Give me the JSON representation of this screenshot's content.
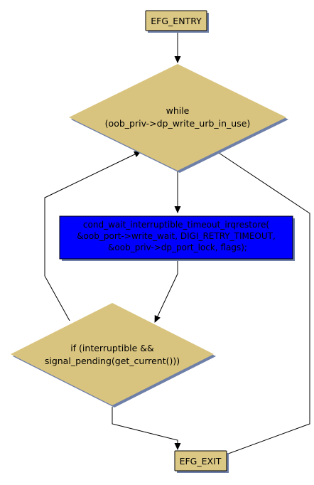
{
  "diagram": {
    "type": "flowchart",
    "colors": {
      "terminal_fill": "#dcc885",
      "decision_fill": "#d9c47f",
      "process_fill": "#0000ff",
      "shadow": "#6e7fa8",
      "edge": "#000000"
    },
    "nodes": {
      "entry": {
        "label": "EFG_ENTRY"
      },
      "while": {
        "lines": [
          "while",
          "(oob_priv->dp_write_urb_in_use)"
        ]
      },
      "wait": {
        "lines": [
          "cond_wait_interruptible_timeout_irqrestore(",
          "&oob_port->write_wait, DIGI_RETRY_TIMEOUT,",
          "&oob_priv->dp_port_lock, flags);"
        ]
      },
      "check": {
        "lines": [
          "if (interruptible &&",
          "signal_pending(get_current()))"
        ]
      },
      "exit": {
        "label": "EFG_EXIT"
      }
    },
    "edges": [
      {
        "from": "entry",
        "to": "while"
      },
      {
        "from": "while",
        "to": "wait"
      },
      {
        "from": "while",
        "to": "exit"
      },
      {
        "from": "wait",
        "to": "check"
      },
      {
        "from": "check",
        "to": "while"
      },
      {
        "from": "check",
        "to": "exit"
      }
    ]
  }
}
